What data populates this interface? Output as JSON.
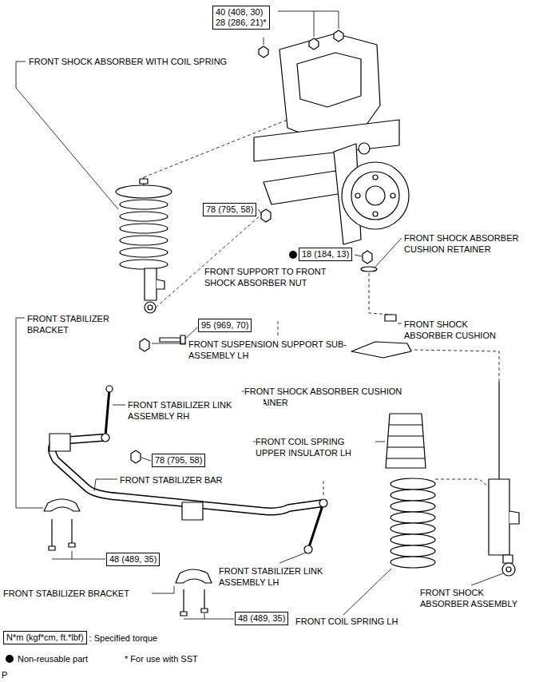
{
  "diagram": {
    "nodes": [
      {
        "text": [
          "40 (408, 30)",
          "28 (286, 21)*"
        ]
      },
      {
        "text": [
          "78 (795, 58)"
        ]
      },
      {
        "text": [
          "18 (184, 13)"
        ]
      },
      {
        "text": [
          "95 (969, 70)"
        ]
      },
      {
        "text": [
          "78 (795, 58)"
        ]
      },
      {
        "text": [
          "48 (489, 35)"
        ]
      },
      {
        "text": [
          "48 (489, 35)"
        ]
      },
      {
        "text": [
          "N*m (kgf*cm, ft.*lbf)"
        ]
      }
    ],
    "labels": [
      "FRONT SHOCK ABSORBER WITH COIL SPRING",
      "FRONT SHOCK ABSORBER CUSHION RETAINER",
      "FRONT SUPPORT TO FRONT SHOCK ABSORBER NUT",
      "FRONT STABILIZER BRACKET",
      "FRONT SHOCK ABSORBER CUSHION",
      "FRONT SUSPENSION SUPPORT SUB-ASSEMBLY LH",
      "FRONT SHOCK ABSORBER CUSHION RETAINER",
      "FRONT STABILIZER LINK ASSEMBLY RH",
      "FRONT COIL SPRING UPPER INSULATOR LH",
      "FRONT STABILIZER BAR",
      "FRONT STABILIZER LINK ASSEMBLY LH",
      "FRONT STABILIZER BRACKET",
      "FRONT SHOCK ABSORBER ASSEMBLY",
      "FRONT COIL SPRING LH",
      "* For use with SST",
      "P"
    ],
    "legend": [
      {
        "text": ": Specified torque"
      },
      {
        "text": "Non-reusable part"
      }
    ]
  }
}
